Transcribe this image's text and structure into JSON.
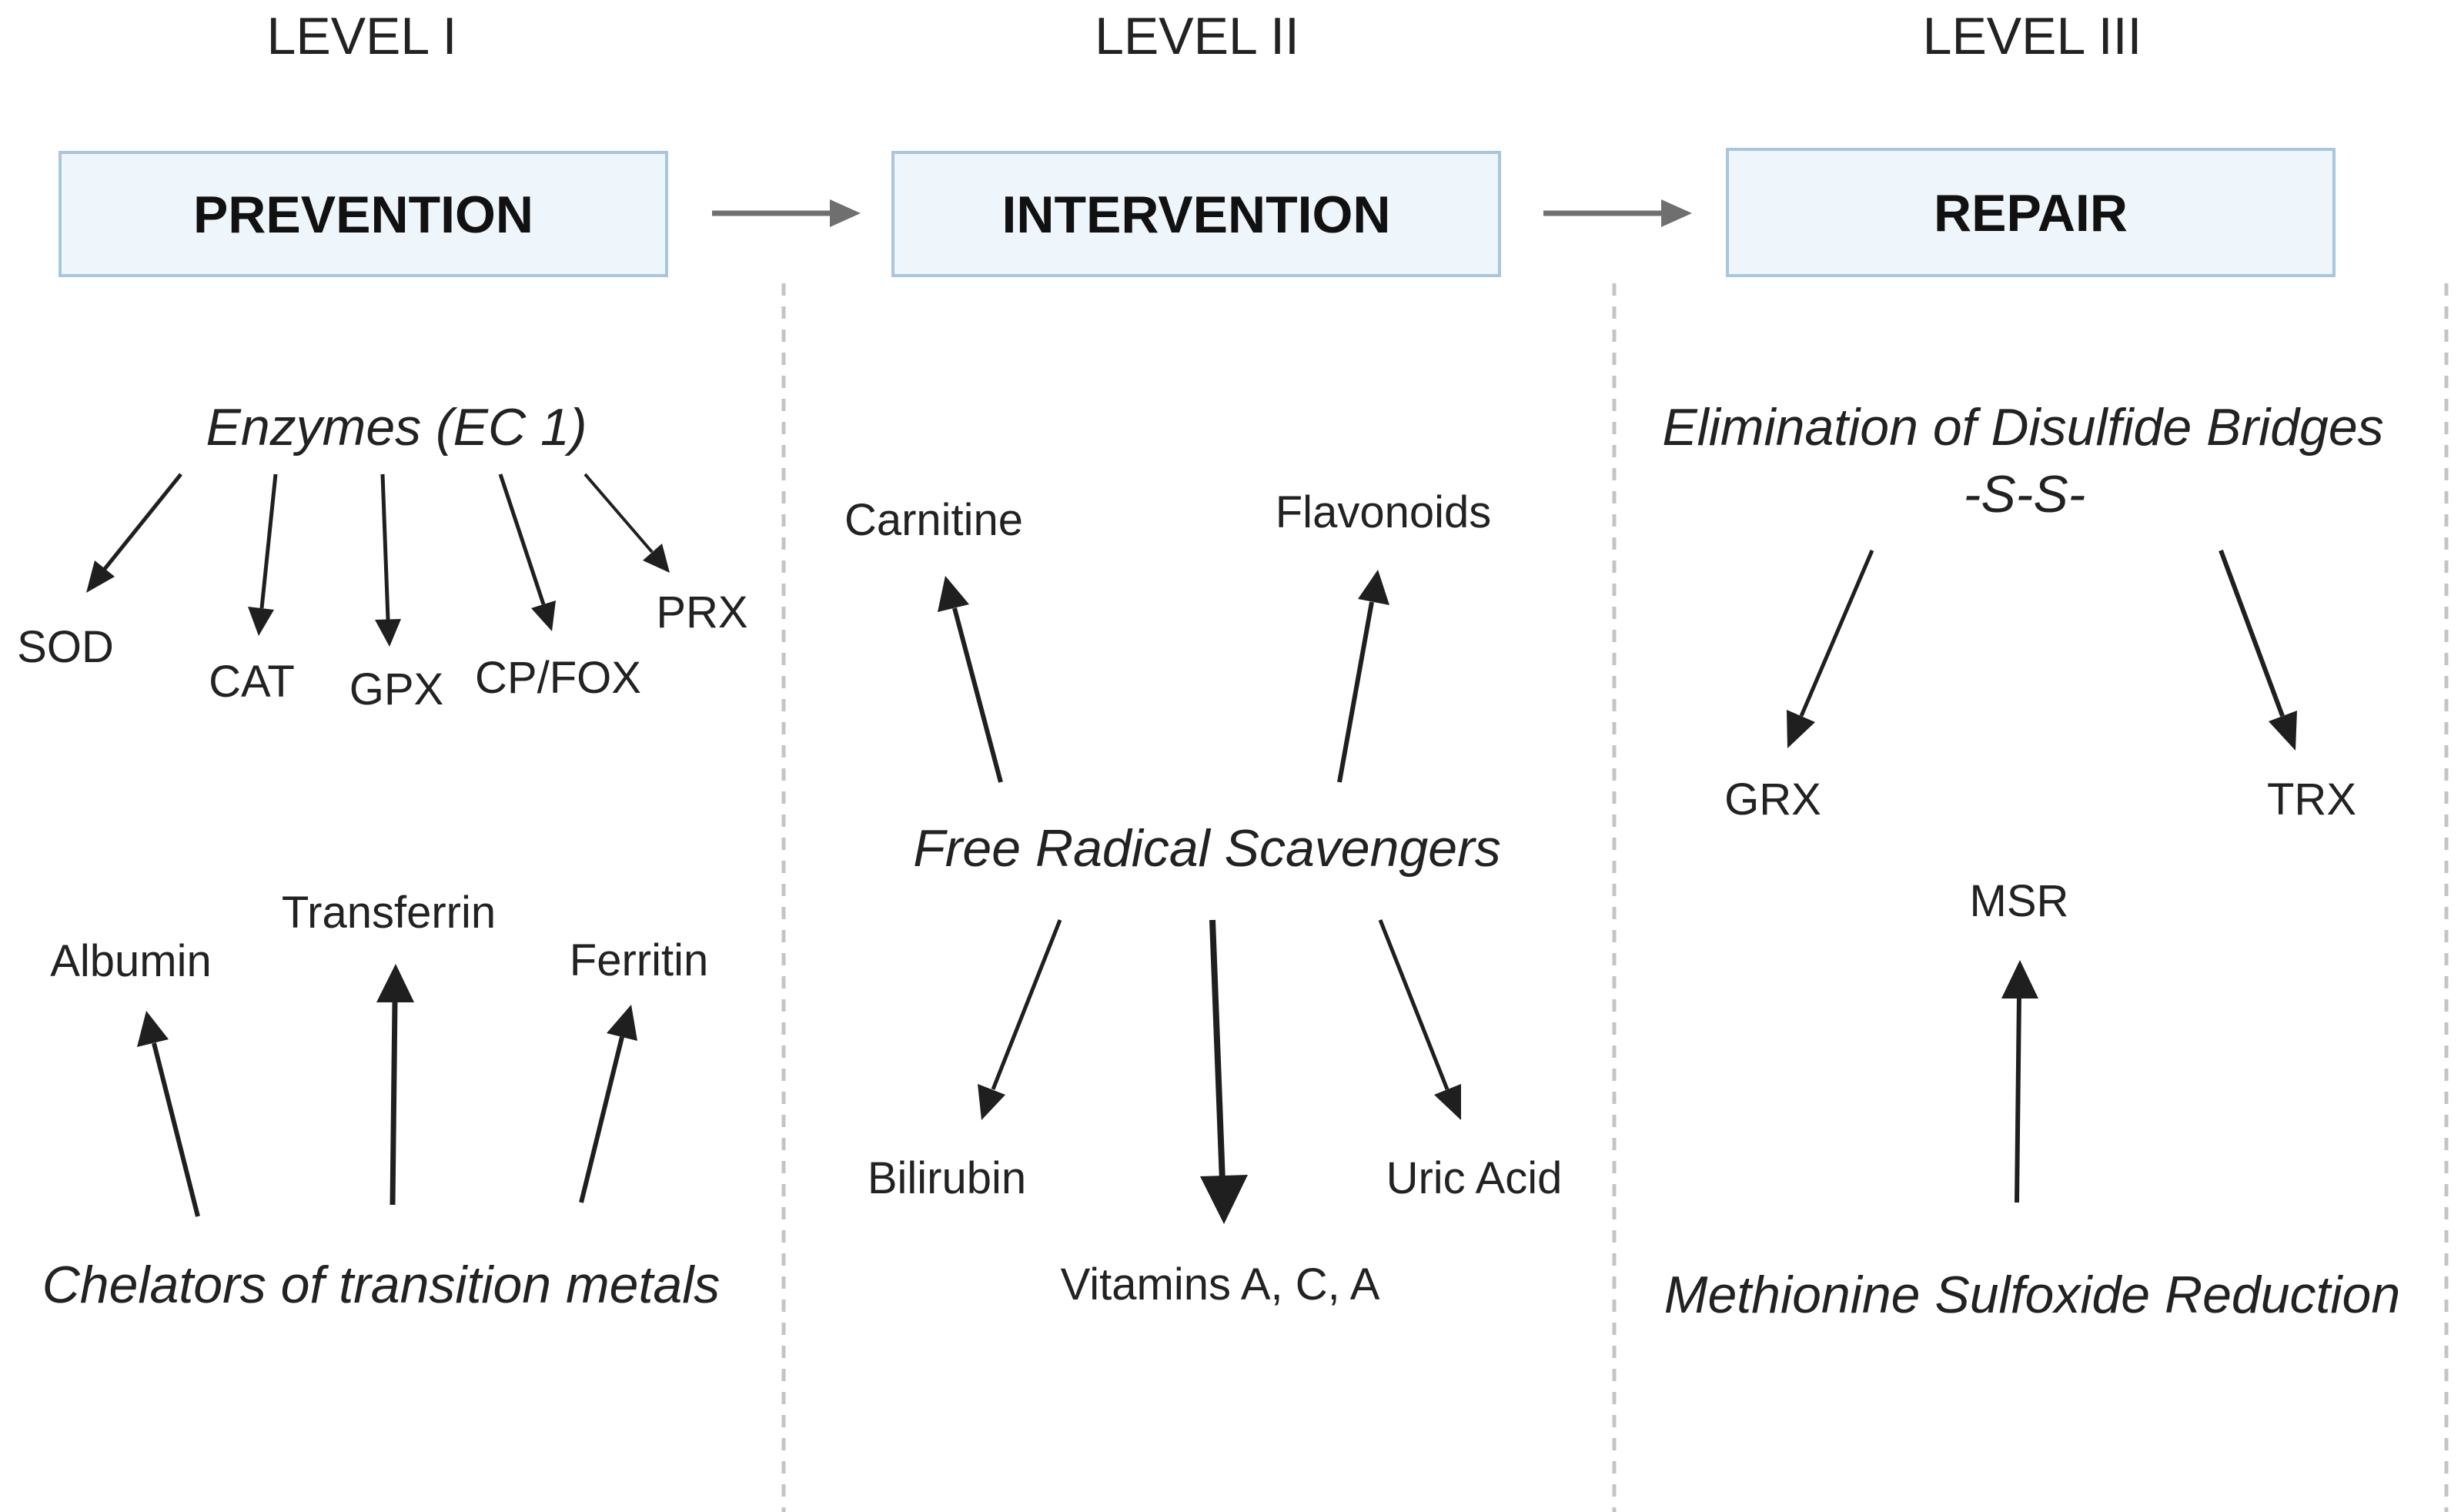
{
  "levels": [
    {
      "level_label": "LEVEL I",
      "box_label": "PREVENTION"
    },
    {
      "level_label": "LEVEL II",
      "box_label": "INTERVENTION"
    },
    {
      "level_label": "LEVEL III",
      "box_label": "REPAIR"
    }
  ],
  "level1": {
    "enzymes_title": "Enzymes (EC 1)",
    "enzymes": [
      "SOD",
      "CAT",
      "GPX",
      "CP/FOX",
      "PRX"
    ],
    "chelators_title": "Chelators of transition metals",
    "chelators": [
      "Albumin",
      "Transferrin",
      "Ferritin"
    ]
  },
  "level2": {
    "scavengers_title": "Free Radical Scavengers",
    "upper": [
      "Carnitine",
      "Flavonoids"
    ],
    "lower": [
      "Bilirubin",
      "Vitamins A, C, A",
      "Uric Acid"
    ]
  },
  "level3": {
    "disulfide_title": "Elimination of Disulfide Bridges",
    "disulfide_subtitle": "-S-S-",
    "disulfide_items": [
      "GRX",
      "TRX"
    ],
    "methionine_title": "Methionine Sulfoxide Reduction",
    "methionine_item": "MSR"
  },
  "colors": {
    "box_fill": "#eef5fb",
    "box_border": "#a9c6de",
    "arrow": "#1f1f1f",
    "flow_arrow": "#6f6f6f",
    "divider": "#c4c4c4"
  }
}
